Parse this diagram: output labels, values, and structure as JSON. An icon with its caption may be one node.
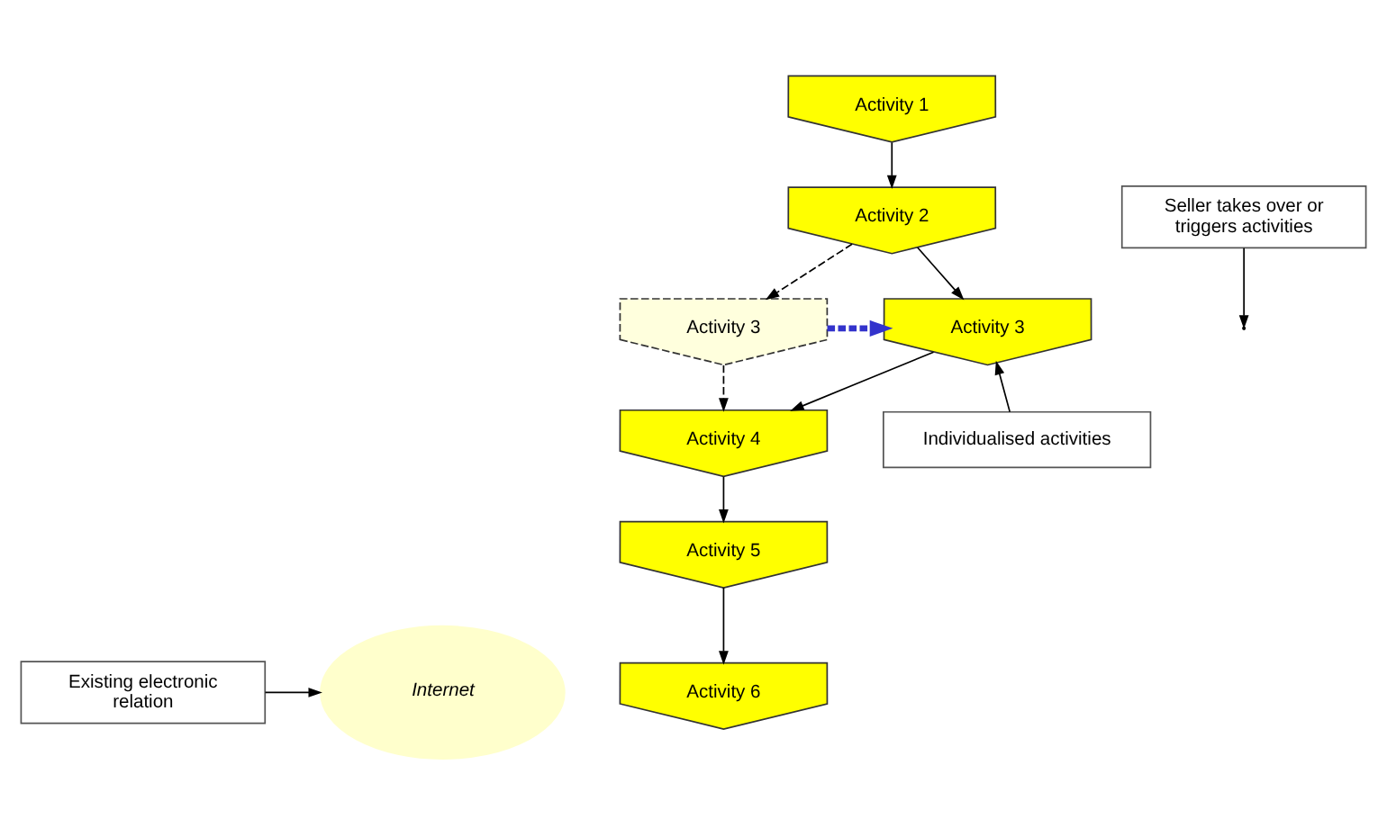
{
  "diagram": {
    "nodes": [
      {
        "text": [
          "Internet"
        ]
      },
      {
        "text": [
          "Activity 1"
        ]
      },
      {
        "text": [
          "Seller takes over or triggers activities"
        ]
      },
      {
        "text": [
          "Activity 2"
        ]
      },
      {
        "text": [
          "Activity 3"
        ]
      },
      {
        "text": [
          "Activity 3"
        ]
      },
      {
        "text": [
          "Individualised activities"
        ]
      },
      {
        "text": [
          "Activity 4"
        ]
      },
      {
        "text": [
          "Activity 5"
        ]
      },
      {
        "text": [
          "Existing electronic relation"
        ]
      },
      {
        "text": [
          "Activity 6"
        ]
      }
    ],
    "edges": [
      {
        "from": 1,
        "to": 3,
        "arrow": "to"
      },
      {
        "from": 3,
        "to": 5,
        "arrow": "to"
      },
      {
        "from": 3,
        "to": 4,
        "arrow": "to",
        "style": "dashed"
      },
      {
        "from": 4,
        "to": 5,
        "arrow": "to",
        "style": "dashed",
        "color": "#3333cc"
      },
      {
        "from": 2,
        "to": null,
        "arrow": "to"
      },
      {
        "from": 6,
        "to": 5,
        "arrow": "to"
      },
      {
        "from": 4,
        "to": 7,
        "arrow": "to",
        "style": "dashed"
      },
      {
        "from": 5,
        "to": 7,
        "arrow": "to"
      },
      {
        "from": 7,
        "to": 8,
        "arrow": "to"
      },
      {
        "from": 8,
        "to": 10,
        "arrow": "to"
      },
      {
        "from": 9,
        "to": 0,
        "arrow": "to"
      }
    ]
  }
}
